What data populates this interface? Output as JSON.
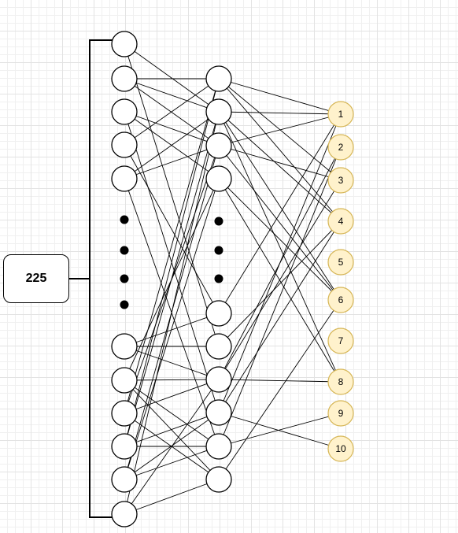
{
  "input_box": {
    "label": "225"
  },
  "output_labels": [
    "1",
    "2",
    "3",
    "4",
    "5",
    "6",
    "7",
    "8",
    "9",
    "10"
  ],
  "colors": {
    "output_fill": "#fff2cc",
    "output_stroke": "#d6b656",
    "node_fill": "#ffffff",
    "stroke": "#000000"
  }
}
